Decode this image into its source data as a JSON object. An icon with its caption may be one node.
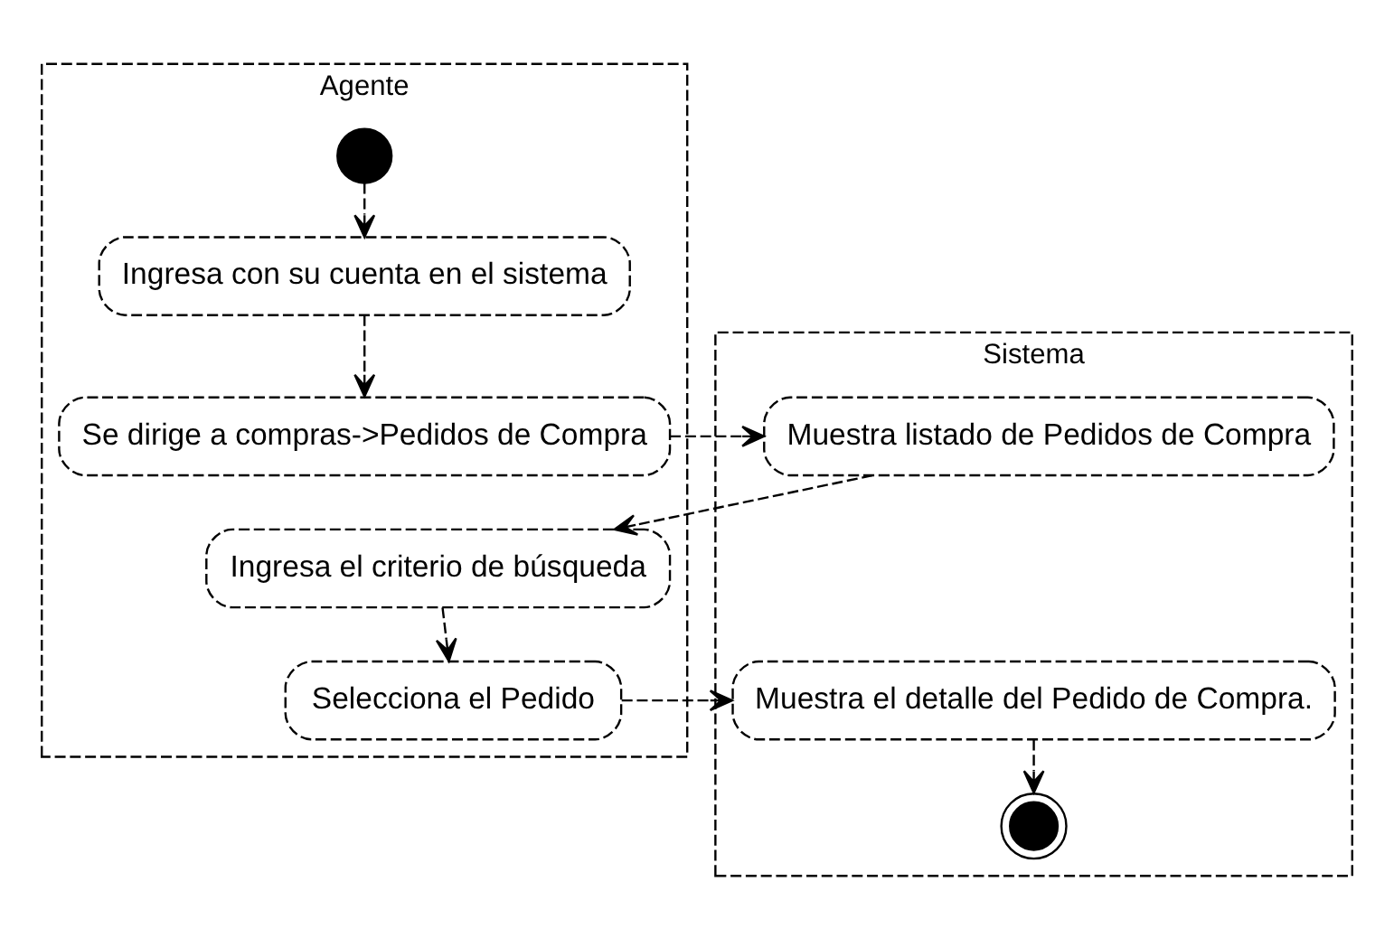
{
  "diagram": {
    "nodes": [
      {
        "text": [
          "Agente"
        ]
      },
      {
        "text": [
          "Sistema"
        ]
      },
      {
        "text": [],
        "shape": "circle",
        "in": 0
      },
      {
        "text": [
          "Ingresa con su cuenta en el sistema"
        ],
        "in": 0
      },
      {
        "text": [
          "Se dirige a compras->Pedidos de Compra"
        ],
        "in": 0
      },
      {
        "text": [
          "Ingresa el criterio de búsqueda"
        ],
        "in": 0
      },
      {
        "text": [
          "Selecciona el Pedido"
        ],
        "in": 0
      },
      {
        "text": [
          "Muestra listado de Pedidos de Compra"
        ],
        "in": 1
      },
      {
        "text": [
          "Muestra el detalle del Pedido de Compra."
        ],
        "in": 1
      },
      {
        "text": [],
        "shape": "bullseye",
        "in": 1
      }
    ],
    "edges": [
      {
        "from": 2,
        "to": 3,
        "arrow": "to"
      },
      {
        "from": 3,
        "to": 4,
        "arrow": "to"
      },
      {
        "from": 4,
        "to": 7,
        "arrow": "to"
      },
      {
        "from": 7,
        "to": 5,
        "arrow": "to"
      },
      {
        "from": 5,
        "to": 6,
        "arrow": "to"
      },
      {
        "from": 6,
        "to": 8,
        "arrow": "to"
      },
      {
        "from": 8,
        "to": 9,
        "arrow": "to"
      }
    ]
  }
}
